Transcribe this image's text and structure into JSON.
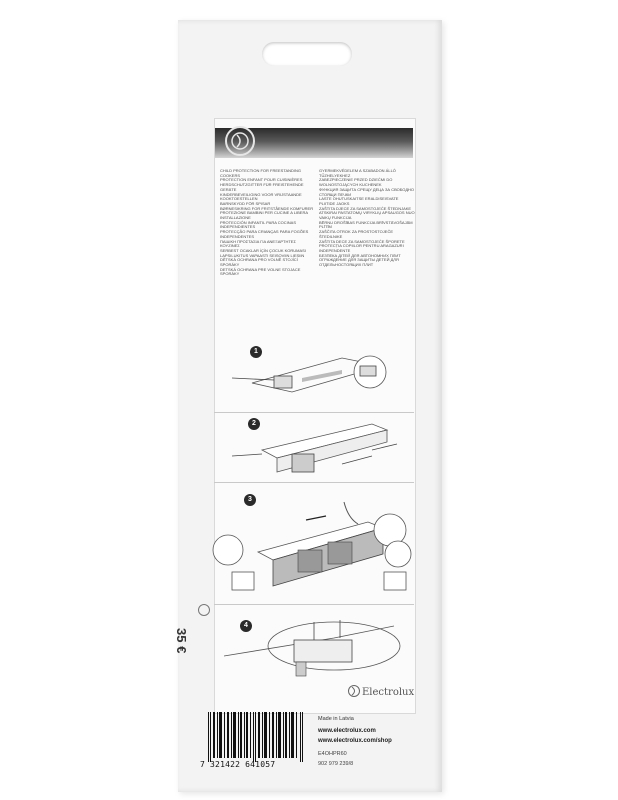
{
  "languages_left": [
    "CHILD PROTECTION FOR FREESTANDING COOKERS",
    "PROTECTION ENFANT POUR CUISINIÈRES",
    "HERDSCHUTZGITTER FÜR FREISTEHENDE GERÄTE",
    "KINDERBEVEILIGING VOOR VRIJSTAANDE KOOKTOESTELLEN",
    "BARNSKYDD FÖR SPISAR",
    "BØRNESIKRING FOR FRITSTÅENDE KOMFURER",
    "PROTEZIONE BAMBINI PER CUCINE A LIBERA INSTALLAZIONE",
    "PROTECCIÓN INFANTIL PARA COCINAS INDEPENDIENTES",
    "PROTECÇÃO PARA CRIANÇAS PARA FOGÕES INDEPENDENTES",
    "ΠΑΙΔΙΚΗ ΠΡΟΣΤΑΣΙΑ ΓΙΑ ΑΝΕΞΑΡΤΗΤΕΣ ΚΟΥΖΙΝΕΣ",
    "SERBEST OCAKLAR İÇİN ÇOCUK KORUMASI",
    "LAPSILUKITUS VAPAASTI SEISOVIIN LIESIIN",
    "DĚTSKÁ OCHRANA PRO VOLNĚ STOJÍCÍ SPORÁKY",
    "DETSKÁ OCHRANA PRE VOLNE STOJACE SPORÁKY"
  ],
  "languages_right": [
    "GYERMEKVÉDELEM A SZABADON ÁLLÓ TŰZHELYEKHEZ",
    "ZABEZPIECZENIE PRZED DZIEĆMI DO WOLNOSTOJĄCYCH KUCHENEK",
    "ФУНКЦИЯ ЗАЩИТА СРЕЩУ ДЕЦА ЗА СВОБОДНО СТОЯЩИ ПЕЧКИ",
    "LASTE OHUTUSKAITSE ERALDISEISVATE PLIITIDE JAOKS",
    "ZAŠTITA DJECE ZA SAMOSTOJEĆE ŠTEDNJAKE",
    "ATSKIRAI PASTATOMŲ VIRYKLIŲ APSAUGOS NUO VAIKŲ FUNKCIJA",
    "BĒRNU DROŠĪBAS FUNKCIJA BRĪVSTĀVOŠAJĀM PLĪTĪM",
    "ZAŠČITA OTROK ZA PROSTOSTOJEČE ŠTEDILNIKE",
    "ZAŠTITA DECE ZA SAMOSTOJEĆE ŠPORETE",
    "PROTECȚIA COPIILOR PENTRU ARAGAZURI INDEPENDENTE",
    "БЕЗПЕКА ДІТЕЙ ДЛЯ АВТОНОМНИХ ПЛИТ",
    "ОГРАЖДЕНИЕ ДЛЯ ЗАЩИТЫ ДЕТЕЙ ДЛЯ ОТДЕЛЬНОСТОЯЩИХ ПЛИТ"
  ],
  "steps": [
    "1",
    "2",
    "3",
    "4"
  ],
  "price": "35 €",
  "brand": "Electrolux",
  "made_in": "Made in Latvia",
  "url1": "www.electrolux.com",
  "url2": "www.electrolux.com/shop",
  "product_code": "E4OHPR60",
  "product_number": "902 979 239/8",
  "barcode_number": "7 321422 641057",
  "colors": {
    "band_dark": "#2b2b2b",
    "card": "#fbfbfb",
    "background": "#ffffff"
  }
}
